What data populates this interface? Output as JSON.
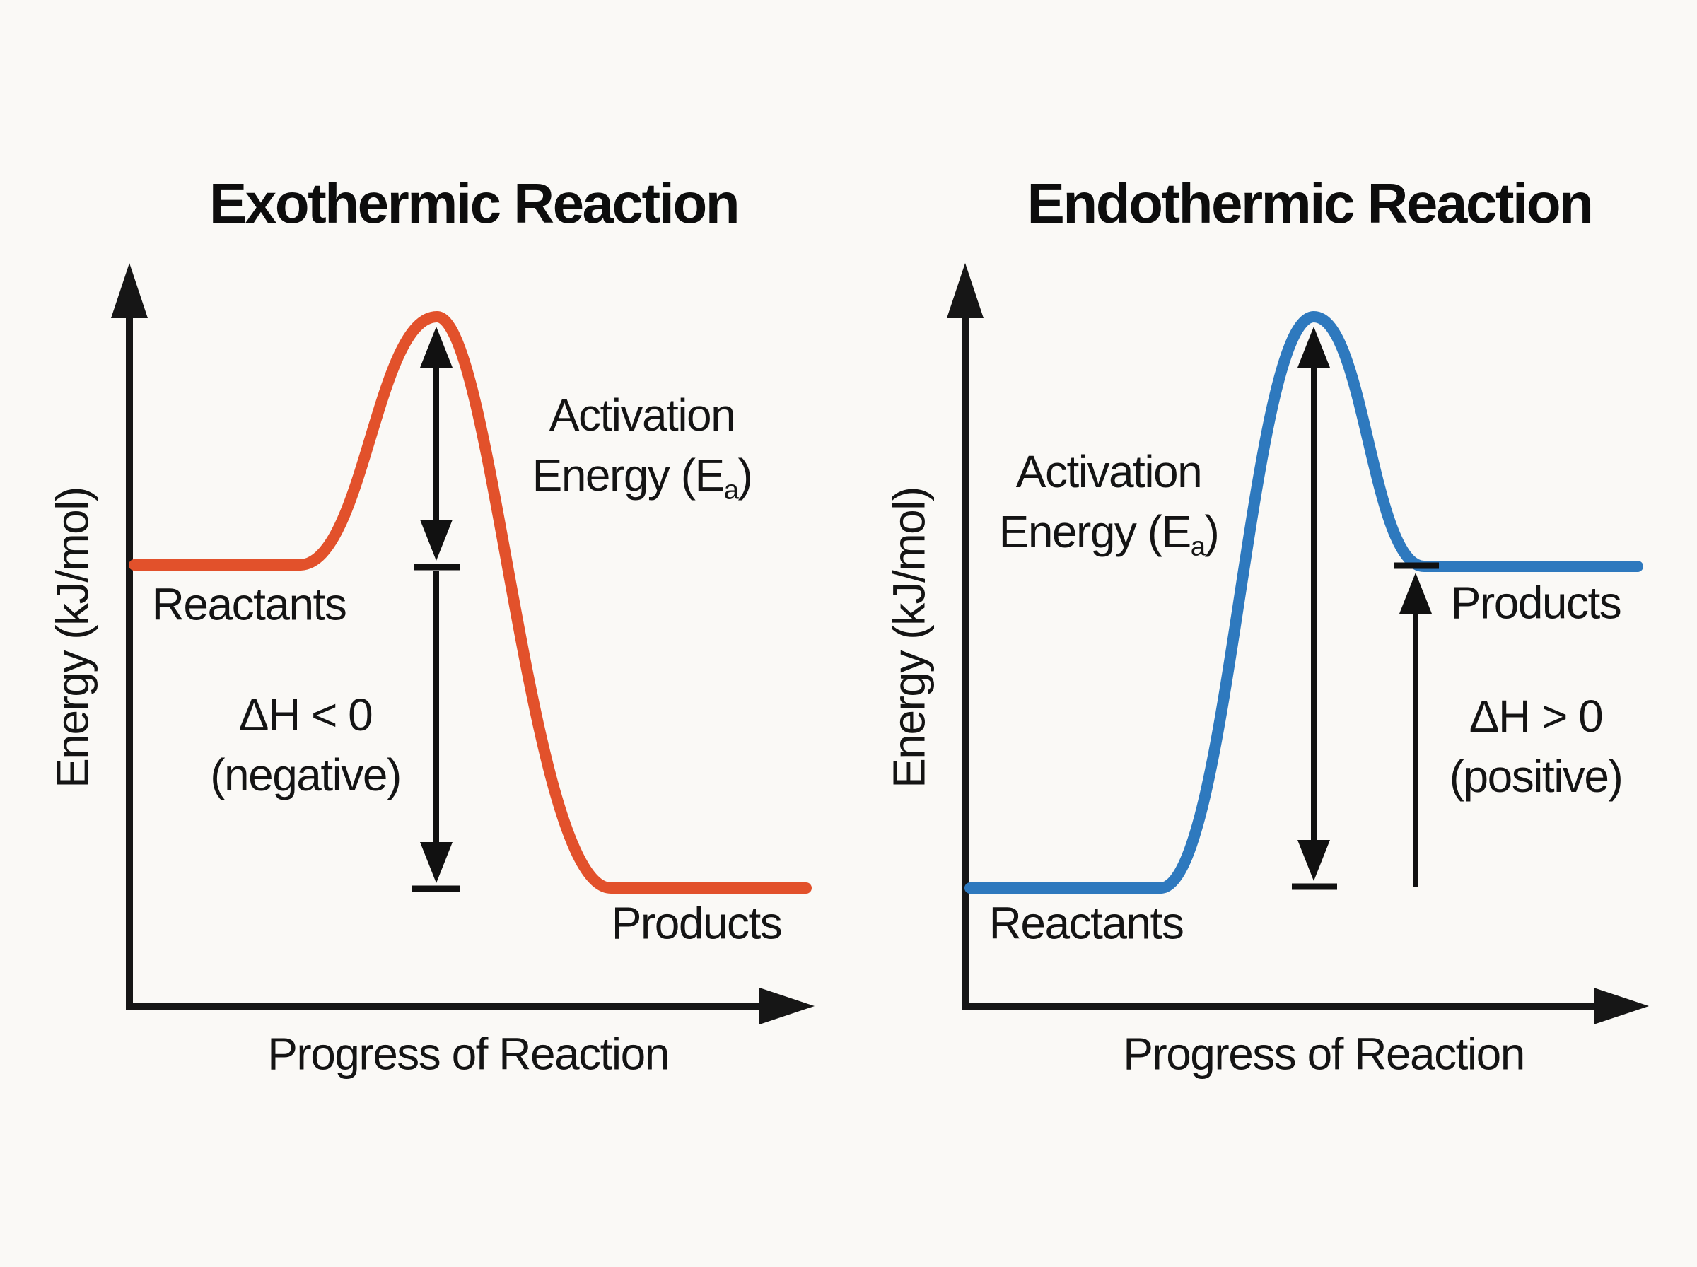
{
  "diagram_type": "reaction-energy-profiles",
  "colors": {
    "background": "#FAF9F6",
    "axis": "#161616",
    "text": "#141414",
    "exothermic_curve": "#E2512B",
    "endothermic_curve": "#2E79BE"
  },
  "charts": [
    {
      "id": "exothermic",
      "title": "Exothermic Reaction",
      "y_axis_label": "Energy (kJ/mol)",
      "x_axis_label": "Progress of Reaction",
      "reactants_label": "Reactants",
      "products_label": "Products",
      "activation_line1": "Activation",
      "activation_line2_pre": "Energy (E",
      "activation_sub": "a",
      "activation_line2_post": ")",
      "delta_h_line1": "ΔH < 0",
      "delta_h_line2": "(negative)",
      "reactant_level": "high",
      "product_level": "low",
      "curve_color": "#E2512B"
    },
    {
      "id": "endothermic",
      "title": "Endothermic Reaction",
      "y_axis_label": "Energy (kJ/mol)",
      "x_axis_label": "Progress of Reaction",
      "reactants_label": "Reactants",
      "products_label": "Products",
      "activation_line1": "Activation",
      "activation_line2_pre": "Energy (E",
      "activation_sub": "a",
      "activation_line2_post": ")",
      "delta_h_line1": "ΔH > 0",
      "delta_h_line2": "(positive)",
      "reactant_level": "low",
      "product_level": "high",
      "curve_color": "#2E79BE"
    }
  ]
}
